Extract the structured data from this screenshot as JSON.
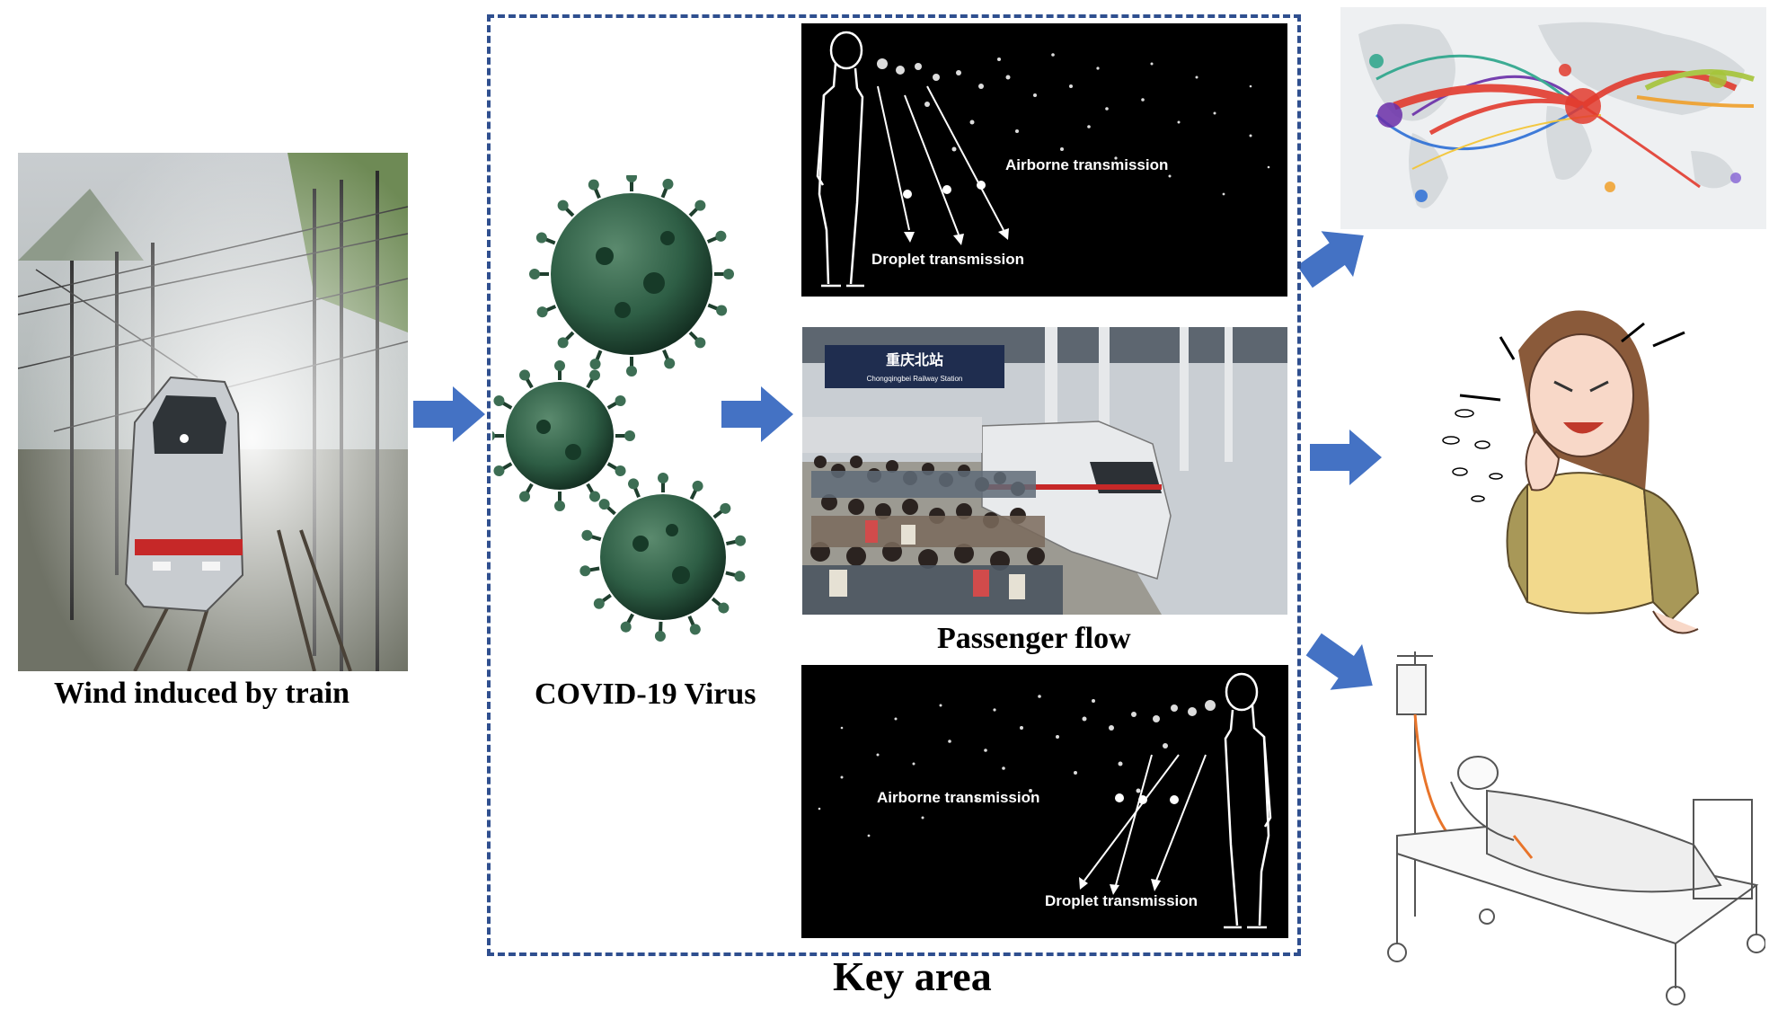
{
  "labels": {
    "wind": "Wind induced by train",
    "virus": "COVID-19 Virus",
    "passenger": "Passenger flow",
    "key_area": "Key area"
  },
  "panels": {
    "top_airborne": "Airborne transmission",
    "top_droplet": "Droplet transmission",
    "bottom_airborne": "Airborne transmission",
    "bottom_droplet": "Droplet transmission",
    "station_sign_cn": "重庆北站",
    "station_sign_en": "Chongqingbei Railway Station"
  },
  "colors": {
    "arrow": "#4472c4",
    "dashed_border": "#2f4f8f",
    "virus": "#2e5e45",
    "route_red": "#e23b2e",
    "patient_shirt": "#f2d98c"
  },
  "icons": [
    "right-arrow-icon",
    "virus-icon",
    "world-map-icon",
    "sneezing-person-icon",
    "hospital-bed-icon",
    "high-speed-train-icon"
  ]
}
